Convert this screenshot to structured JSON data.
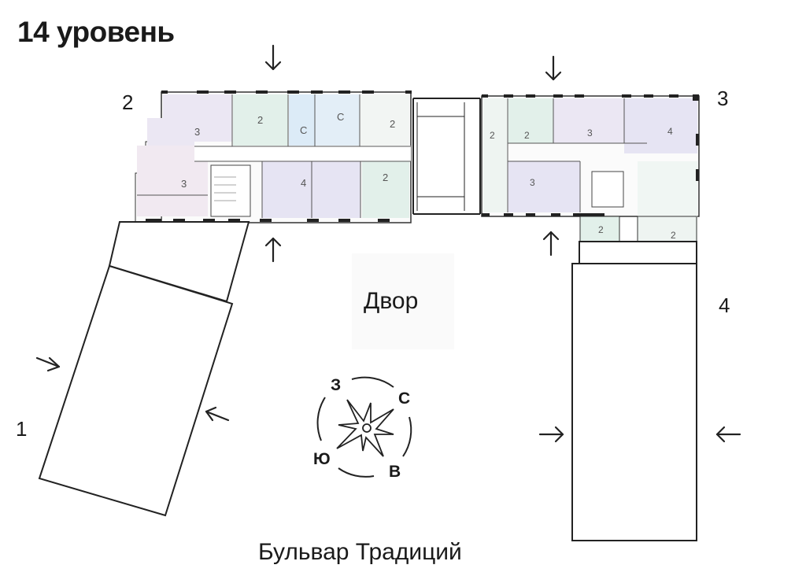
{
  "title": "14 уровень",
  "sections": [
    {
      "id": "1",
      "label": "1"
    },
    {
      "id": "2",
      "label": "2"
    },
    {
      "id": "3",
      "label": "3"
    },
    {
      "id": "4",
      "label": "4"
    }
  ],
  "yard_label": "Двор",
  "street_label": "Бульвар Традиций",
  "compass": {
    "west": "З",
    "north": "С",
    "south": "Ю",
    "east": "В"
  },
  "apartments": {
    "section2": [
      "3",
      "2",
      "С",
      "С",
      "2",
      "3",
      "4",
      "2"
    ],
    "section3": [
      "2",
      "2",
      "3",
      "4",
      "3",
      "2",
      "2"
    ]
  },
  "colors": {
    "lilac": "#ebe7f3",
    "green": "#e2f0ea",
    "blue": "#dcebf7",
    "violet": "#e6e4f3",
    "wall": "#222222"
  },
  "icons": [
    "arrow-down-icon",
    "arrow-up-icon",
    "arrow-right-icon",
    "arrow-left-icon",
    "compass-rose-icon"
  ]
}
